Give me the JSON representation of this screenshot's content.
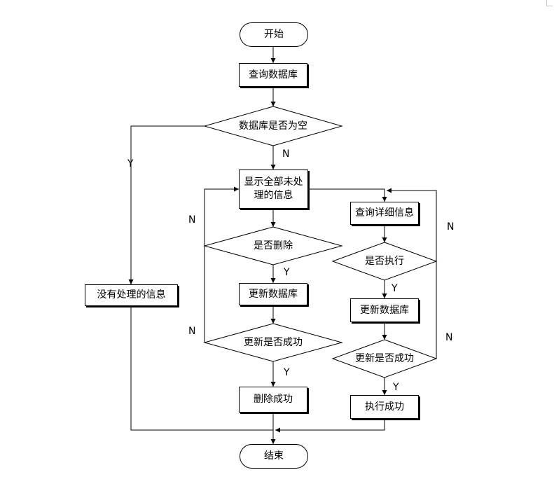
{
  "flowchart": {
    "nodes": {
      "start": "开始",
      "query_db": "查询数据库",
      "db_empty": "数据库是否为空",
      "show_all_line1": "显示全部未处",
      "show_all_line2": "理的信息",
      "no_info": "没有处理的信息",
      "delete_q": "是否删除",
      "update_db_left": "更新数据库",
      "update_ok_left": "更新是否成功",
      "delete_ok": "删除成功",
      "query_detail": "查询详细信息",
      "execute_q": "是否执行",
      "update_db_right": "更新数据库",
      "update_ok_right": "更新是否成功",
      "execute_ok": "执行成功",
      "end": "结束"
    },
    "labels": {
      "yes": "Y",
      "no": "N"
    }
  }
}
